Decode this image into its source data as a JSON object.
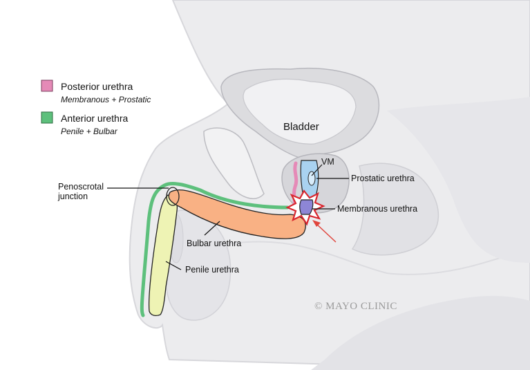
{
  "legend": {
    "posterior": {
      "title": "Posterior urethra",
      "subtitle": "Membranous + Prostatic",
      "color": "#e58ab7"
    },
    "anterior": {
      "title": "Anterior urethra",
      "subtitle": "Penile + Bulbar",
      "color": "#5dc07c"
    }
  },
  "labels": {
    "bladder": "Bladder",
    "vm": "VM",
    "prostatic": "Prostatic urethra",
    "membranous": "Membranous urethra",
    "penoscrotal_line1": "Penoscrotal",
    "penoscrotal_line2": "junction",
    "bulbar": "Bulbar urethra",
    "penile": "Penile urethra"
  },
  "copyright": "© MAYO CLINIC",
  "colors": {
    "body_fill": "#ececee",
    "body_shadow": "#d9dadf",
    "bulbar_fill": "#f9b184",
    "penile_fill": "#eef3b4",
    "prostatic_fill": "#a9d2f0",
    "membranous_fill": "#8d86d6",
    "injury_red": "#d8262e",
    "arrow_red": "#e0443c"
  }
}
